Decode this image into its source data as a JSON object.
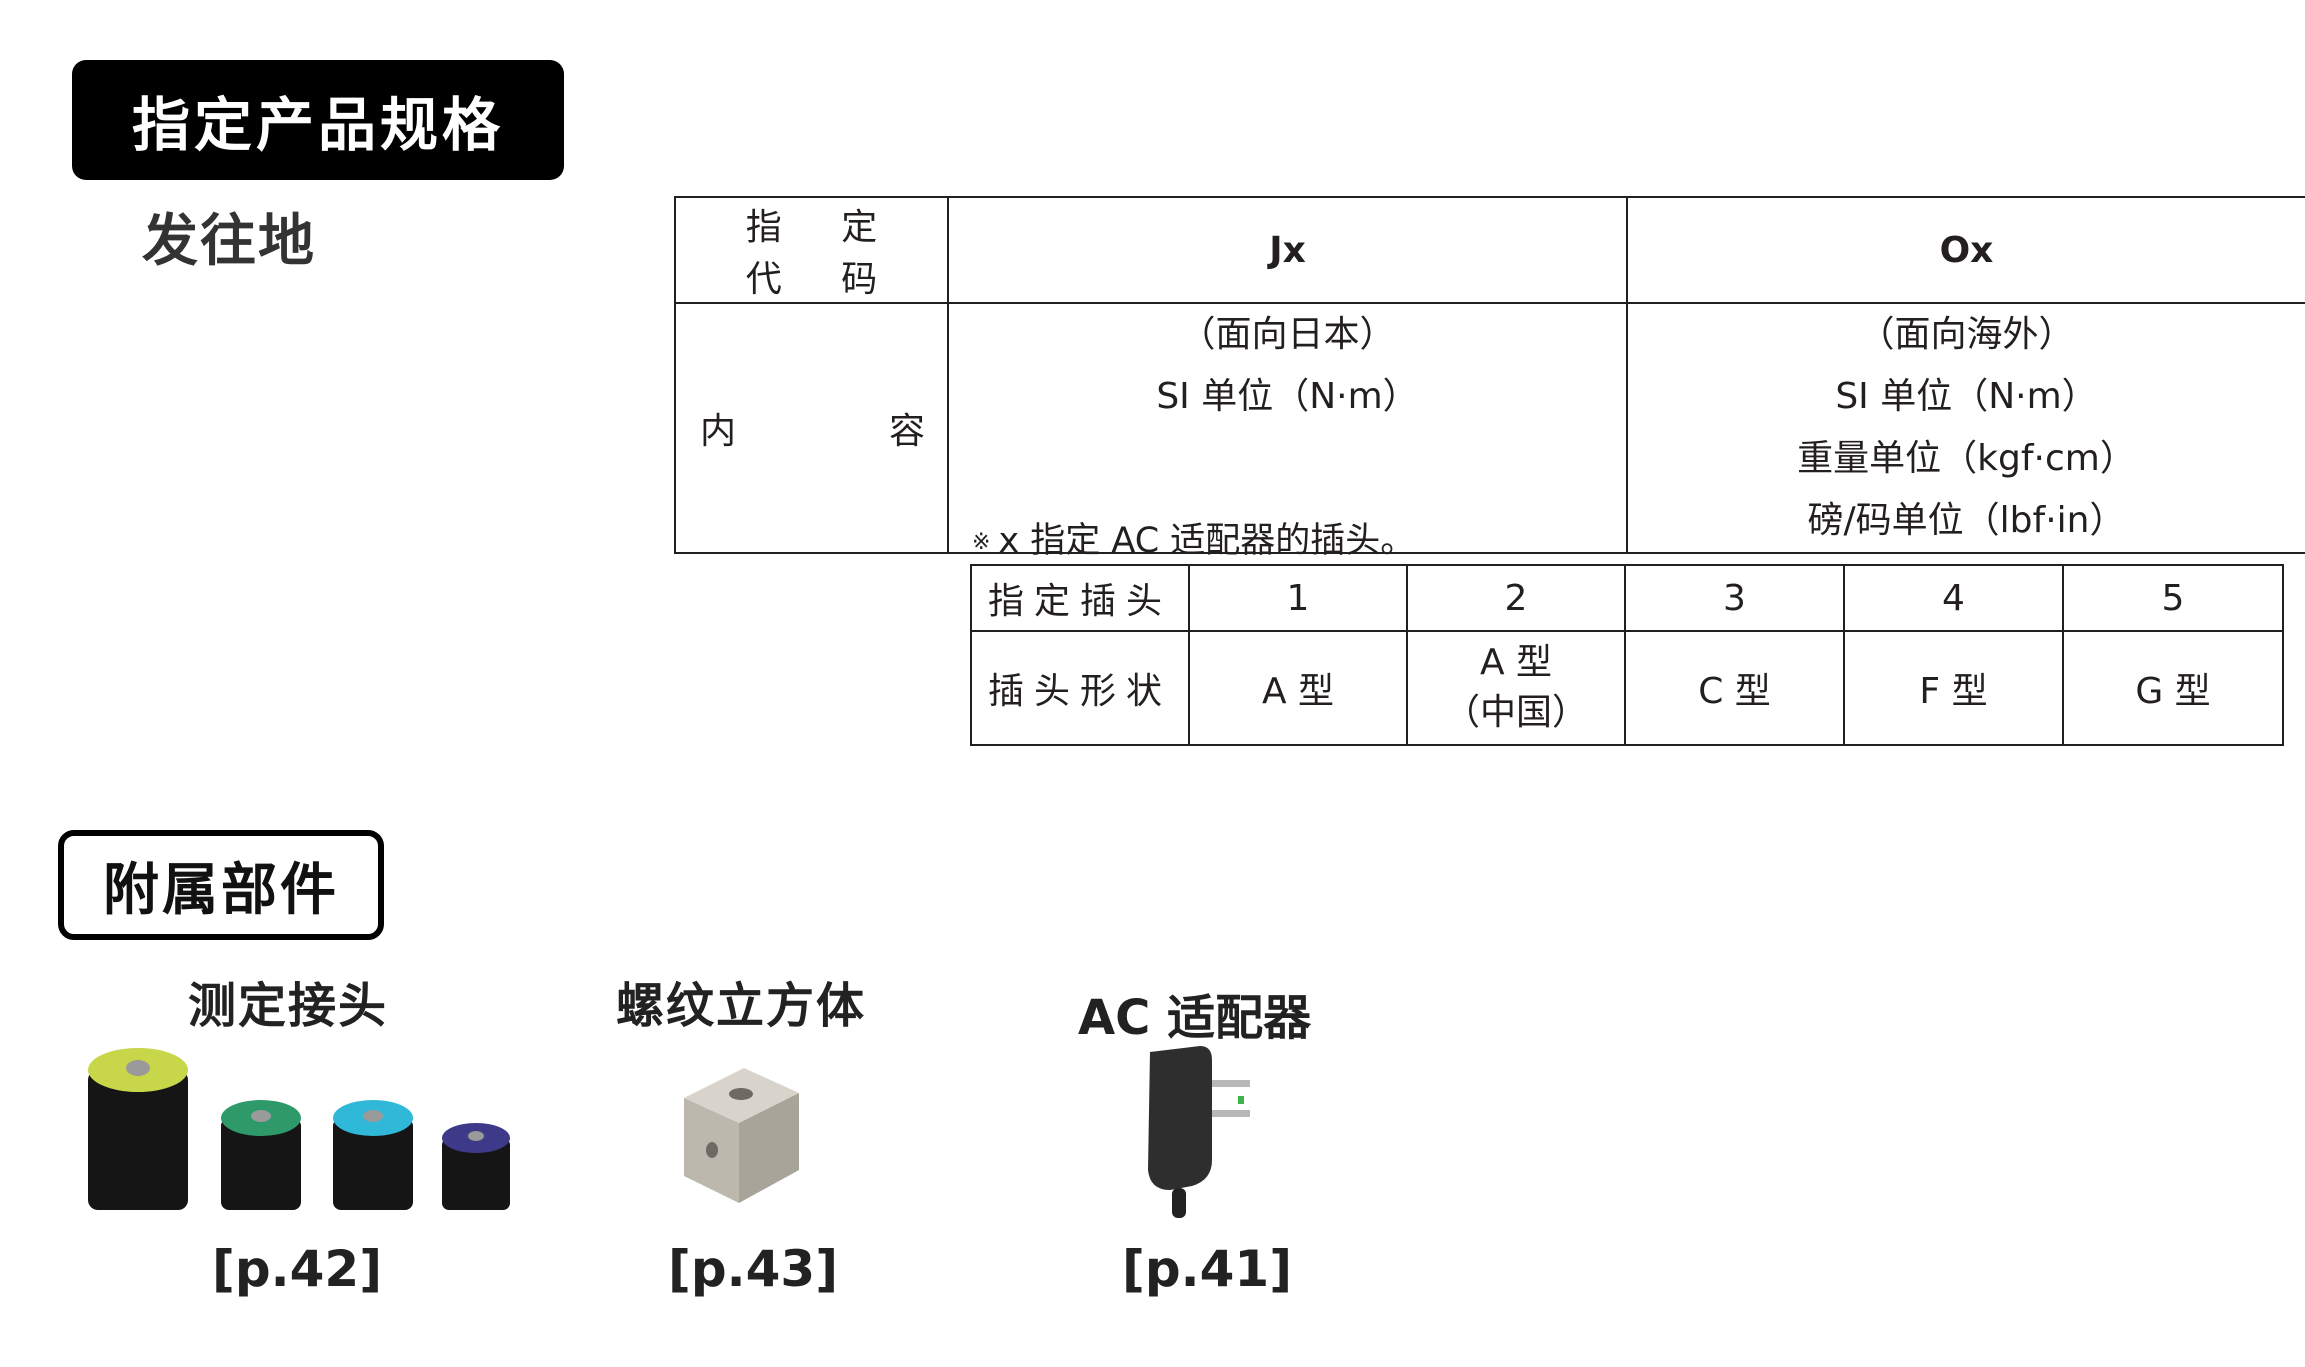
{
  "spec_section": {
    "title": "指定产品规格",
    "destination_label": "发往地"
  },
  "destination_table": {
    "row_header_code": "指 定 代 码",
    "row_header_content_left": "内",
    "row_header_content_right": "容",
    "columns": [
      {
        "code": "Jx",
        "lines": [
          "（面向日本）",
          "SI 单位（N·m）"
        ]
      },
      {
        "code": "Ox",
        "lines": [
          "（面向海外）",
          "SI 单位（N·m）",
          "重量单位（kgf·cm）",
          "磅/码单位（lbf·in）"
        ]
      }
    ]
  },
  "note": {
    "mark": "※",
    "text": "x 指定 AC 适配器的插头。"
  },
  "plug_table": {
    "row1_label": "指定插头",
    "row2_label": "插头形状",
    "plugs": [
      {
        "number": "1",
        "shape": "A 型",
        "shape_sub": ""
      },
      {
        "number": "2",
        "shape": "A 型",
        "shape_sub": "（中国）"
      },
      {
        "number": "3",
        "shape": "C 型",
        "shape_sub": ""
      },
      {
        "number": "4",
        "shape": "F 型",
        "shape_sub": ""
      },
      {
        "number": "5",
        "shape": "G 型",
        "shape_sub": ""
      }
    ]
  },
  "accessories_section": {
    "title": "附属部件",
    "items": [
      {
        "name": "测定接头",
        "page": "[p.42]",
        "icon": "measuring-adapters-icon"
      },
      {
        "name": "螺纹立方体",
        "page": "[p.43]",
        "icon": "threaded-cube-icon"
      },
      {
        "name": "AC 适配器",
        "page": "[p.41]",
        "icon": "ac-adapter-icon"
      }
    ]
  },
  "colors": {
    "header_bg": "#000000",
    "text": "#231f20",
    "adapter_yellow": "#c8d64a",
    "adapter_green": "#2e9a6a",
    "adapter_cyan": "#2fb8d8",
    "adapter_purple": "#3d3a8a"
  }
}
